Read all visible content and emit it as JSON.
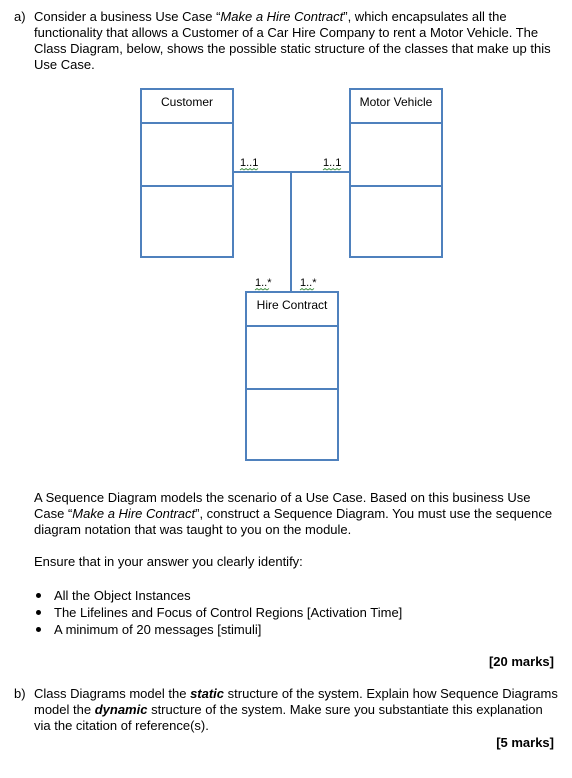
{
  "question_a": {
    "label": "a)",
    "intro_1": "Consider a business Use Case “",
    "intro_use_case": "Make a Hire Contract",
    "intro_2": "”, which encapsulates all the functionality that allows a Customer of a Car Hire Company to rent a Motor Vehicle. The Class Diagram, below, shows the possible static structure of the classes that make up this Use Case.",
    "diagram": {
      "classes": [
        {
          "name": "Customer"
        },
        {
          "name": "Motor Vehicle"
        },
        {
          "name": "Hire Contract"
        }
      ],
      "multiplicity_left_top": "1..1",
      "multiplicity_right_top": "1..1",
      "multiplicity_left_bottom": "1..*",
      "multiplicity_right_bottom": "1..*"
    },
    "seq_1": "A Sequence Diagram models the scenario of a Use Case. Based on this business Use Case “",
    "seq_use_case": "Make a Hire Contract",
    "seq_2": "”, construct a Sequence Diagram. You must use the sequence diagram notation that was taught to you on the module.",
    "ensure": "Ensure that in your answer you clearly identify:",
    "bullets": [
      "All the Object Instances",
      "The Lifelines and Focus of Control Regions [Activation Time]",
      "A minimum of 20 messages [stimuli]"
    ],
    "marks": "[20 marks]"
  },
  "question_b": {
    "label": "b)",
    "t1": "Class Diagrams model the ",
    "static_word": "static",
    "t2": " structure of the system. Explain how Sequence Diagrams model the ",
    "dynamic_word": "dynamic",
    "t3": " structure of the system. Make sure you substantiate this explanation via the citation of reference(s).",
    "marks": "[5 marks]"
  },
  "colors": {
    "diagram_line": "#4f81bd",
    "squiggle": "#3a8a3a"
  }
}
